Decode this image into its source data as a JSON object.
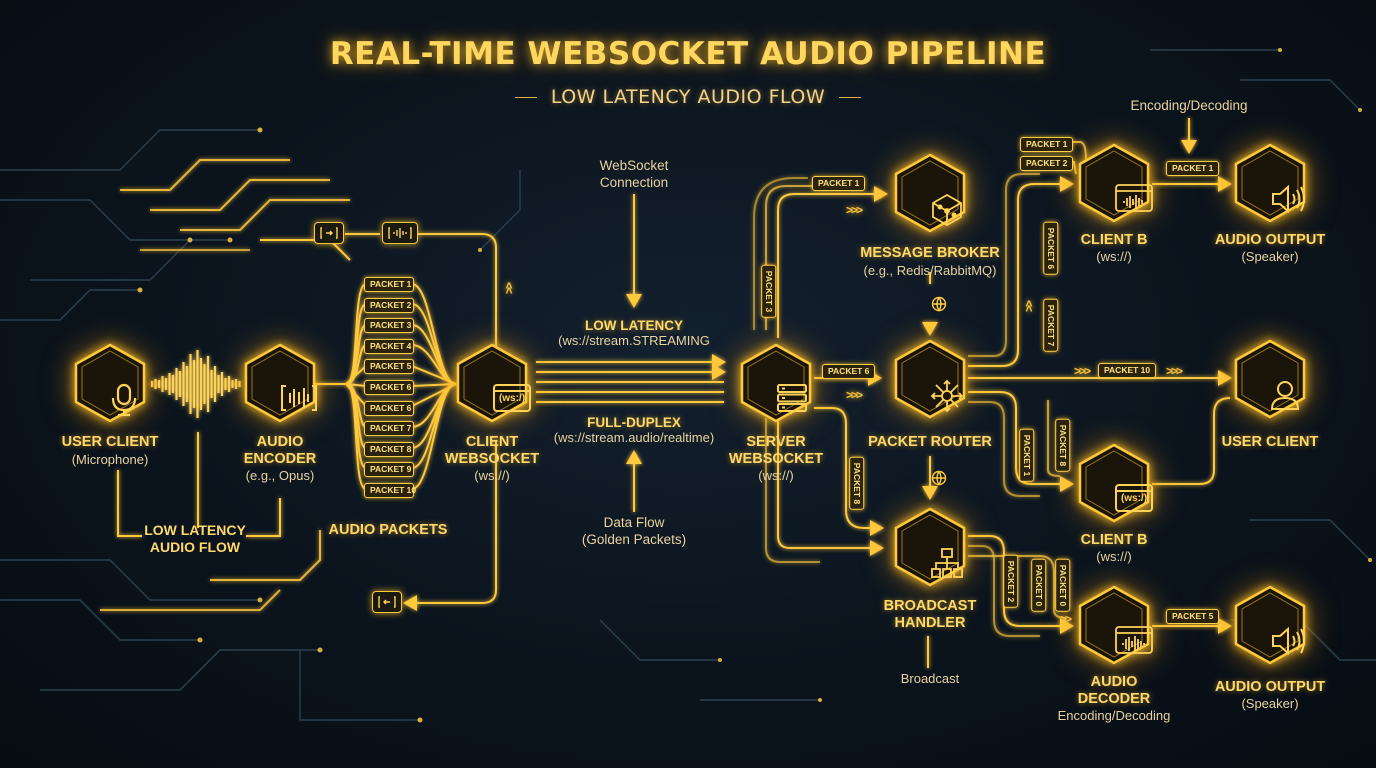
{
  "title": "REAL-TIME WEBSOCKET AUDIO PIPELINE",
  "subtitle": "LOW LATENCY AUDIO FLOW",
  "nodes": {
    "user_client_left": {
      "title": "USER CLIENT",
      "sub": "(Microphone)",
      "icon": "microphone-icon"
    },
    "audio_encoder": {
      "title": "AUDIO",
      "title2": "ENCODER",
      "sub": "(e.g., Opus)",
      "icon": "encoder-icon"
    },
    "client_websocket": {
      "title": "CLIENT",
      "title2": "WEBSOCKET",
      "sub": "(ws://)",
      "icon": "websocket-window-icon",
      "icon_text": "(ws:/)"
    },
    "server_websocket": {
      "title": "SERVER",
      "title2": "WEBSOCKET",
      "sub": "(ws://)",
      "icon": "server-icon"
    },
    "message_broker": {
      "title": "MESSAGE BROKER",
      "sub": "(e.g., Redis/RabbitMQ)",
      "icon": "cube-network-icon"
    },
    "packet_router": {
      "title": "PACKET ROUTER",
      "icon": "router-hub-icon"
    },
    "broadcast_handler": {
      "title": "BROADCAST",
      "title2": "HANDLER",
      "sub": "Broadcast",
      "icon": "hierarchy-icon"
    },
    "client_b_top": {
      "title": "CLIENT B",
      "sub": "(ws://)",
      "icon": "waveform-window-icon"
    },
    "audio_output_top": {
      "title": "AUDIO OUTPUT",
      "sub": "(Speaker)",
      "icon": "speaker-icon"
    },
    "user_client_right": {
      "title": "USER CLIENT",
      "icon": "user-icon"
    },
    "client_b_mid": {
      "title": "CLIENT B",
      "sub": "(ws://)",
      "icon": "websocket-window-icon",
      "icon_text": "(ws:/)"
    },
    "audio_decoder": {
      "title": "AUDIO",
      "title2": "DECODER",
      "sub": "Encoding/Decoding",
      "icon": "decoder-waveform-icon"
    },
    "audio_output_bottom": {
      "title": "AUDIO OUTPUT",
      "sub": "(Speaker)",
      "icon": "speaker-icon"
    }
  },
  "annotations": {
    "low_latency_flow": {
      "line1": "LOW LATENCY",
      "line2": "AUDIO FLOW"
    },
    "audio_packets": "AUDIO PACKETS",
    "websocket_connection": {
      "line1": "WebSocket",
      "line2": "Connection"
    },
    "low_latency": {
      "title": "LOW LATENCY",
      "sub": "(ws://stream.STREAMING"
    },
    "full_duplex": {
      "title": "FULL-DUPLEX",
      "sub": "(ws://stream.audio/realtime)"
    },
    "data_flow": {
      "line1": "Data Flow",
      "line2": "(Golden Packets)"
    },
    "encoding_decoding_top": "Encoding/Decoding"
  },
  "packet_stack": [
    "PACKET 1",
    "PACKET 2",
    "PACKET 3",
    "PACKET 4",
    "PACKET 5",
    "PACKET 6",
    "PACKET 6",
    "PACKET 7",
    "PACKET 8",
    "PACKET 9",
    "PACKET 10"
  ],
  "packets": {
    "to_broker": "PACKET 1",
    "server_vertical_top": "PACKET 3",
    "server_vertical_bottom": "PACKET 8",
    "server_to_router": "PACKET 6",
    "top_left_1": "PACKET 1",
    "top_left_2": "PACKET 2",
    "clientb_to_output": "PACKET 1",
    "router_up_1": "PACKET 6",
    "router_up_2": "PACKET 7",
    "router_to_user": "PACKET 10",
    "router_down_1": "PACKET 1",
    "router_down_2": "PACKET 8",
    "broadcast_1": "PACKET 2",
    "broadcast_2": "PACKET 0",
    "broadcast_3": "PACKET 0",
    "decoder_to_output": "PACKET 5"
  },
  "colors": {
    "accent": "#ffc93d",
    "glow": "#ffb31a",
    "background": "#0b141d",
    "label": "#ffd96a"
  }
}
